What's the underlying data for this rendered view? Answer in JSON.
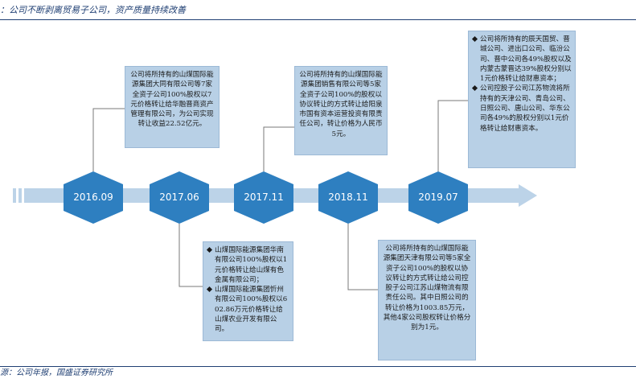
{
  "title": "：公司不断剥离贸易子公司，资产质量持续改善",
  "source": "源：公司年报，国盛证券研究所",
  "colors": {
    "hex_fill": "#2e7fc0",
    "bar_fill": "#bcd3e8",
    "box_fill": "#b8d0e6",
    "connector": "#7a7a7a",
    "title_color": "#1f3f73"
  },
  "milestones": [
    {
      "date": "2016.09"
    },
    {
      "date": "2017.06"
    },
    {
      "date": "2017.11"
    },
    {
      "date": "2018.11"
    },
    {
      "date": "2019.07"
    }
  ],
  "events": {
    "e2016_09": "公司将所持有的山煤国际能源集团大同有限公司等7家全资子公司100%股权以7元价格转让给华融晋商资产管理有限公司，为公司实现转让收益22.52亿元。",
    "e2017_06": [
      "山煤国际能源集团华南有限公司100%股权以1元价格转让给山煤有色金属有限公司；",
      "山煤国际能源集团忻州有限公司100%股权以602.86万元价格转让给山煤农业开发有限公司。"
    ],
    "e2017_11": "公司将所持有的山煤国际能源集团销售有限公司等5家全资子公司100%的股权以协议转让的方式转让给阳泉市国有资本运营投资有限责任公司，转让价格为人民币5元。",
    "e2018_11": "公司将所持有的山煤国际能源集团天津有限公司等5家全资子公司100%的股权以协议转让的方式转让给公司控股子公司江苏山煤物流有限责任公司。其中日照公司的转让价格为1003.85万元，其他4家公司股权转让价格分别为1元。",
    "e2019_07": [
      "公司将所持有的辰天国贸、晋城公司、进出口公司、临汾公司、晋中公司各49%股权以及内蒙古蒙晋达39%股权分别以1元价格转让给财惠资本；",
      "公司控股子公司江苏物流将所持有的天津公司、青岛公司、日照公司、唐山公司、华东公司各49%的股权分别以1元价格转让给财惠资本。"
    ]
  }
}
